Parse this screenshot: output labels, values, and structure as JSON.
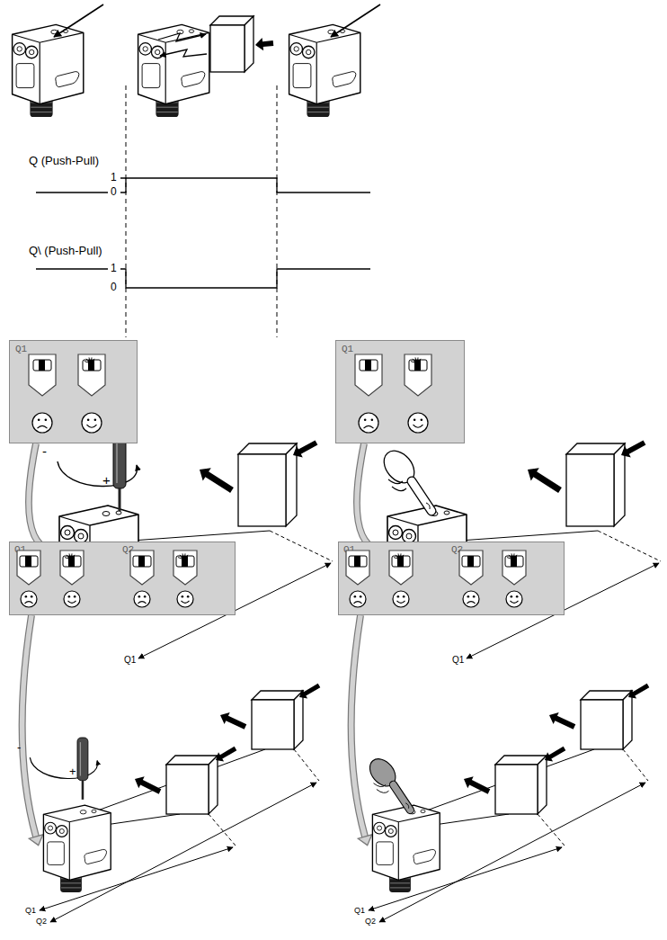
{
  "diagram": {
    "nodes": [
      {
        "text": [
          "Q1"
        ]
      },
      {
        "text": [
          "Q1"
        ]
      },
      {
        "text": [
          "Q1",
          "Q2"
        ]
      },
      {
        "text": [
          "Q1",
          "Q2"
        ]
      }
    ],
    "labels": [
      "Q (Push-Pull)",
      "1",
      "0",
      "Q\\ (Push-Pull)",
      "1",
      "0",
      "-",
      "+",
      "Q1",
      "Q1",
      "-",
      "+",
      "Q1",
      "Q2",
      "Q1",
      "Q2"
    ]
  }
}
